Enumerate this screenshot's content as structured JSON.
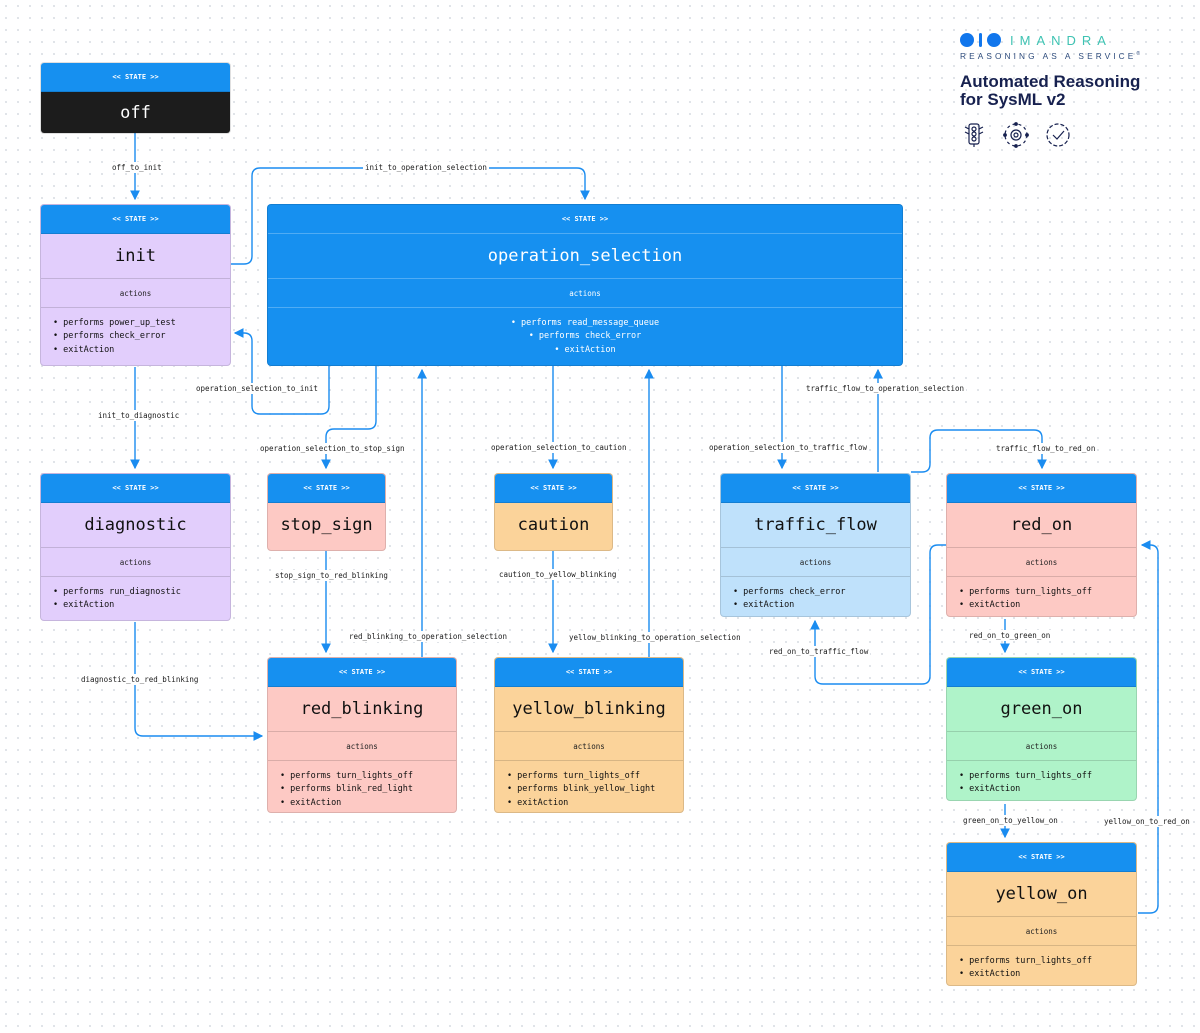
{
  "brand": {
    "name": "IMANDRA",
    "tagline": "REASONING AS A SERVICE",
    "tagline_mark": "®",
    "title_line1": "Automated Reasoning",
    "title_line2": "for SysML v2",
    "icons": [
      "traffic-light-icon",
      "gear-network-icon",
      "check-badge-icon"
    ]
  },
  "stereotype": "<< STATE >>",
  "actions_label": "actions",
  "states": {
    "off": {
      "name": "off",
      "actions": []
    },
    "init": {
      "name": "init",
      "actions": [
        "performs power_up_test",
        "performs check_error",
        "exitAction"
      ]
    },
    "operation_selection": {
      "name": "operation_selection",
      "actions": [
        "performs read_message_queue",
        "performs check_error",
        "exitAction"
      ]
    },
    "diagnostic": {
      "name": "diagnostic",
      "actions": [
        "performs run_diagnostic",
        "exitAction"
      ]
    },
    "stop_sign": {
      "name": "stop_sign",
      "actions": []
    },
    "caution": {
      "name": "caution",
      "actions": []
    },
    "traffic_flow": {
      "name": "traffic_flow",
      "actions": [
        "performs check_error",
        "exitAction"
      ]
    },
    "red_on": {
      "name": "red_on",
      "actions": [
        "performs turn_lights_off",
        "exitAction"
      ]
    },
    "red_blinking": {
      "name": "red_blinking",
      "actions": [
        "performs turn_lights_off",
        "performs blink_red_light",
        "exitAction"
      ]
    },
    "yellow_blinking": {
      "name": "yellow_blinking",
      "actions": [
        "performs turn_lights_off",
        "performs blink_yellow_light",
        "exitAction"
      ]
    },
    "green_on": {
      "name": "green_on",
      "actions": [
        "performs turn_lights_off",
        "exitAction"
      ]
    },
    "yellow_on": {
      "name": "yellow_on",
      "actions": [
        "performs turn_lights_off",
        "exitAction"
      ]
    }
  },
  "transitions": [
    {
      "id": "off_to_init",
      "label": "off_to_init"
    },
    {
      "id": "init_to_operation_selection",
      "label": "init_to_operation_selection"
    },
    {
      "id": "operation_selection_to_init",
      "label": "operation_selection_to_init"
    },
    {
      "id": "init_to_diagnostic",
      "label": "init_to_diagnostic"
    },
    {
      "id": "operation_selection_to_stop_sign",
      "label": "operation_selection_to_stop_sign"
    },
    {
      "id": "operation_selection_to_caution",
      "label": "operation_selection_to_caution"
    },
    {
      "id": "operation_selection_to_traffic_flow",
      "label": "operation_selection_to_traffic_flow"
    },
    {
      "id": "traffic_flow_to_operation_selection",
      "label": "traffic_flow_to_operation_selection"
    },
    {
      "id": "traffic_flow_to_red_on",
      "label": "traffic_flow_to_red_on"
    },
    {
      "id": "stop_sign_to_red_blinking",
      "label": "stop_sign_to_red_blinking"
    },
    {
      "id": "caution_to_yellow_blinking",
      "label": "caution_to_yellow_blinking"
    },
    {
      "id": "red_blinking_to_operation_selection",
      "label": "red_blinking_to_operation_selection"
    },
    {
      "id": "yellow_blinking_to_operation_selection",
      "label": "yellow_blinking_to_operation_selection"
    },
    {
      "id": "red_on_to_traffic_flow",
      "label": "red_on_to_traffic_flow"
    },
    {
      "id": "red_on_to_green_on",
      "label": "red_on_to_green_on"
    },
    {
      "id": "diagnostic_to_red_blinking",
      "label": "diagnostic_to_red_blinking"
    },
    {
      "id": "green_on_to_yellow_on",
      "label": "green_on_to_yellow_on"
    },
    {
      "id": "yellow_on_to_red_on",
      "label": "yellow_on_to_red_on"
    }
  ],
  "colors": {
    "header_blue": "#1690f0",
    "edge_blue": "#1a8cf0",
    "init": "#e2cefc",
    "diagnostic": "#e2cefc",
    "stop_sign": "#fdc9c4",
    "red_on": "#fdc9c4",
    "red_blinking": "#fdc9c4",
    "caution": "#fbd39a",
    "yellow_blinking": "#fbd39a",
    "yellow_on": "#fbd39a",
    "traffic_flow": "#bfe1fb",
    "green_on": "#aff3c9",
    "off": "#1c1c1c"
  }
}
